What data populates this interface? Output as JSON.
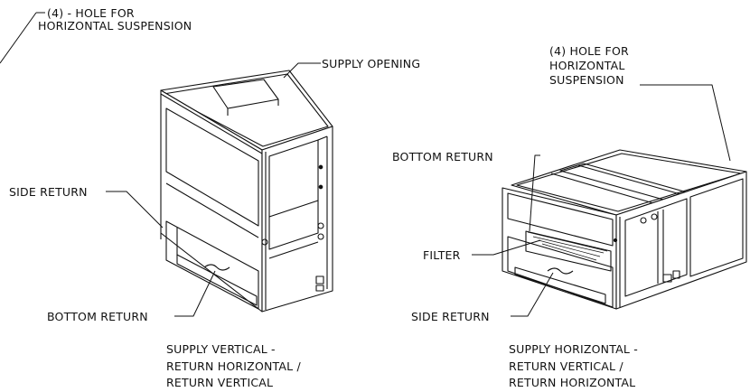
{
  "labels": {
    "left_hole_line1": "(4) - HOLE FOR",
    "left_hole_line2": "HORIZONTAL SUSPENSION",
    "supply_opening": "SUPPLY OPENING",
    "left_side_return": "SIDE RETURN",
    "left_bottom_return": "BOTTOM RETURN",
    "left_caption_line1": "SUPPLY VERTICAL -",
    "left_caption_line2": "RETURN HORIZONTAL /",
    "left_caption_line3": "RETURN  VERTICAL",
    "right_hole_line1": "(4)  HOLE FOR",
    "right_hole_line2": "HORIZONTAL",
    "right_hole_line3": "SUSPENSION",
    "right_bottom_return": "BOTTOM RETURN",
    "filter": "FILTER",
    "right_side_return": "SIDE RETURN",
    "right_caption_line1": "SUPPLY HORIZONTAL -",
    "right_caption_line2": "RETURN VERTICAL /",
    "right_caption_line3": "RETURN HORIZONTAL"
  }
}
